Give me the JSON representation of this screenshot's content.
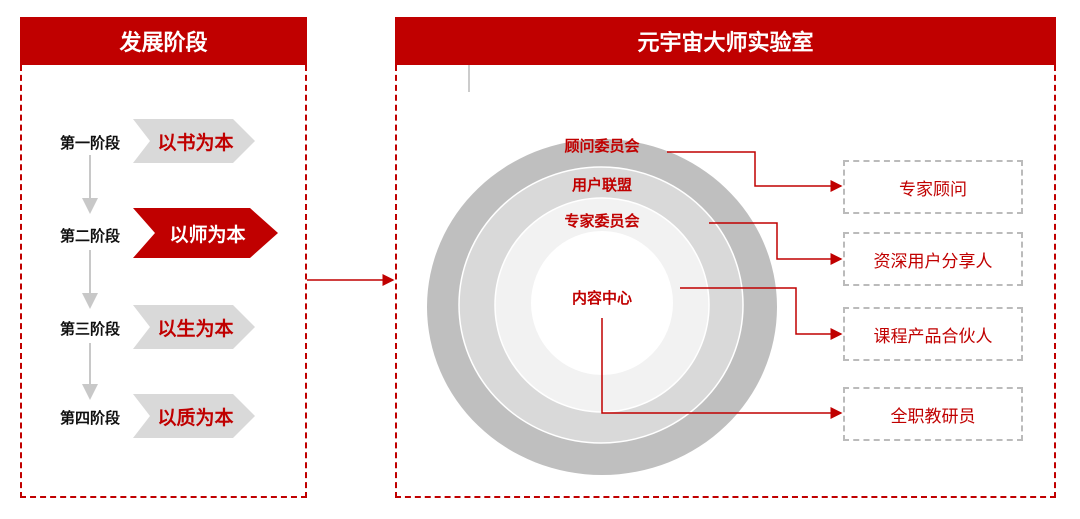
{
  "left_panel": {
    "title": "发展阶段",
    "stages": [
      {
        "label": "第一阶段",
        "motto": "以书为本"
      },
      {
        "label": "第二阶段",
        "motto": "以师为本"
      },
      {
        "label": "第三阶段",
        "motto": "以生为本"
      },
      {
        "label": "第四阶段",
        "motto": "以质为本"
      }
    ]
  },
  "right_panel": {
    "title": "元宇宙大师实验室",
    "rings": [
      "顾问委员会",
      "用户联盟",
      "专家委员会",
      "内容中心"
    ],
    "roles": [
      "专家顾问",
      "资深用户分享人",
      "课程产品合伙人",
      "全职教研员"
    ]
  },
  "colors": {
    "accent": "#c00000",
    "ring_outer": "#bfbfbf",
    "ring_2": "#d9d9d9",
    "ring_3": "#f2f2f2"
  }
}
